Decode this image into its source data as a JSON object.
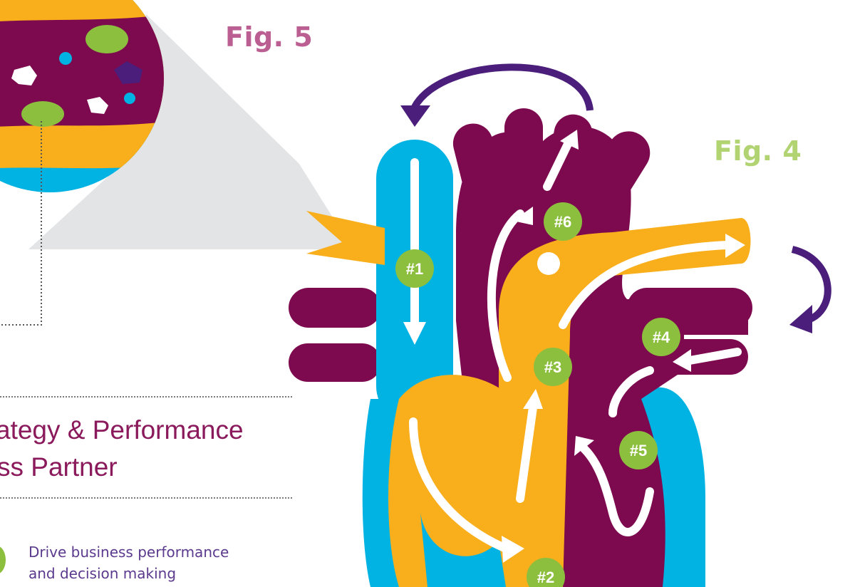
{
  "figures": {
    "fig5": "Fig. 5",
    "fig4": "Fig. 4"
  },
  "role": {
    "title_line1": "ategy & Performance",
    "title_line2": "ss Partner"
  },
  "goal": {
    "line1": "Drive business performance",
    "line2": "and decision making"
  },
  "steps": [
    {
      "id": "step-1",
      "label": "#1"
    },
    {
      "id": "step-2",
      "label": "#2"
    },
    {
      "id": "step-3",
      "label": "#3"
    },
    {
      "id": "step-4",
      "label": "#4"
    },
    {
      "id": "step-5",
      "label": "#5"
    },
    {
      "id": "step-6",
      "label": "#6"
    }
  ],
  "colors": {
    "maroon": "#7d0a4e",
    "blue": "#00b3e3",
    "yellow": "#f9ae1b",
    "green": "#8dbf3f",
    "purple": "#4a1e7a",
    "grey": "#e3e4e6"
  }
}
